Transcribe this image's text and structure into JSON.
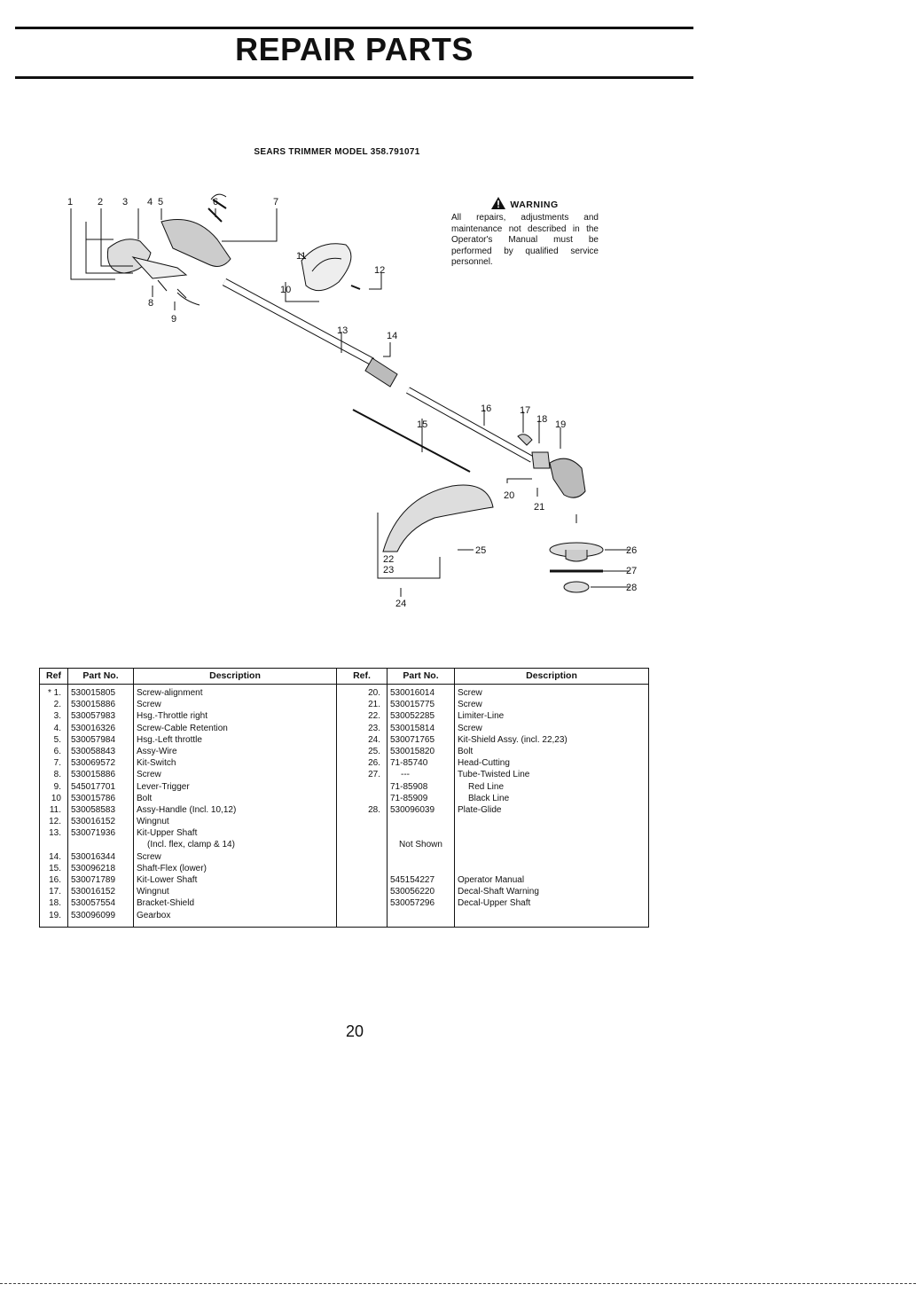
{
  "page_title": "REPAIR PARTS",
  "model": "SEARS TRIMMER MODEL 358.791071",
  "warning": {
    "heading": "WARNING",
    "text": "All repairs, adjustments and maintenance not described in the Operator's Manual must be performed by qualified service personnel."
  },
  "callouts": [
    "1",
    "2",
    "3",
    "4",
    "5",
    "6",
    "7",
    "8",
    "9",
    "10",
    "11",
    "12",
    "13",
    "14",
    "15",
    "16",
    "17",
    "18",
    "19",
    "20",
    "21",
    "22",
    "23",
    "24",
    "25",
    "26",
    "27",
    "28"
  ],
  "table": {
    "headers_left": [
      "Ref",
      "Part No.",
      "Description"
    ],
    "headers_right": [
      "Ref.",
      "Part No.",
      "Description"
    ],
    "left_rows": [
      {
        "ref": "* 1.",
        "part": "530015805",
        "desc": "Screw-alignment"
      },
      {
        "ref": "2.",
        "part": "530015886",
        "desc": "Screw"
      },
      {
        "ref": "3.",
        "part": "530057983",
        "desc": "Hsg.-Throttle right"
      },
      {
        "ref": "4.",
        "part": "530016326",
        "desc": "Screw-Cable Retention"
      },
      {
        "ref": "5.",
        "part": "530057984",
        "desc": "Hsg.-Left throttle"
      },
      {
        "ref": "6.",
        "part": "530058843",
        "desc": "Assy-Wire"
      },
      {
        "ref": "7.",
        "part": "530069572",
        "desc": "Kit-Switch"
      },
      {
        "ref": "8.",
        "part": "530015886",
        "desc": "Screw"
      },
      {
        "ref": "9.",
        "part": "545017701",
        "desc": "Lever-Trigger"
      },
      {
        "ref": "10",
        "part": "530015786",
        "desc": "Bolt"
      },
      {
        "ref": "11.",
        "part": "530058583",
        "desc": "Assy-Handle   (Incl. 10,12)"
      },
      {
        "ref": "12.",
        "part": "530016152",
        "desc": "Wingnut"
      },
      {
        "ref": "13.",
        "part": "530071936",
        "desc": "Kit-Upper Shaft"
      },
      {
        "ref": "",
        "part": "",
        "desc": "(Incl. flex, clamp & 14)"
      },
      {
        "ref": "14.",
        "part": "530016344",
        "desc": "Screw"
      },
      {
        "ref": "15.",
        "part": "530096218",
        "desc": "Shaft-Flex (lower)"
      },
      {
        "ref": "16.",
        "part": "530071789",
        "desc": "Kit-Lower Shaft"
      },
      {
        "ref": "17.",
        "part": "530016152",
        "desc": "Wingnut"
      },
      {
        "ref": "18.",
        "part": "530057554",
        "desc": "Bracket-Shield"
      },
      {
        "ref": "19.",
        "part": "530096099",
        "desc": "Gearbox"
      }
    ],
    "right_rows": [
      {
        "ref": "20.",
        "part": "530016014",
        "desc": "Screw"
      },
      {
        "ref": "21.",
        "part": "530015775",
        "desc": "Screw"
      },
      {
        "ref": "22.",
        "part": "530052285",
        "desc": "Limiter-Line"
      },
      {
        "ref": "23.",
        "part": "530015814",
        "desc": "Screw"
      },
      {
        "ref": "24.",
        "part": "530071765",
        "desc": "Kit-Shield Assy.   (incl. 22,23)"
      },
      {
        "ref": "25.",
        "part": "530015820",
        "desc": "Bolt"
      },
      {
        "ref": "26.",
        "part": "71-85740",
        "desc": "Head-Cutting"
      },
      {
        "ref": "27.",
        "part": "---",
        "desc": "Tube-Twisted Line"
      },
      {
        "ref": "",
        "part": "71-85908",
        "desc": "Red Line"
      },
      {
        "ref": "",
        "part": "71-85909",
        "desc": "Black Line"
      },
      {
        "ref": "28.",
        "part": "530096039",
        "desc": "Plate-Glide"
      }
    ],
    "not_shown_label": "Not Shown",
    "not_shown_rows": [
      {
        "part": "545154227",
        "desc": "Operator Manual"
      },
      {
        "part": "530056220",
        "desc": "Decal-Shaft Warning"
      },
      {
        "part": "530057296",
        "desc": "Decal-Upper Shaft"
      }
    ]
  },
  "page_number": "20"
}
